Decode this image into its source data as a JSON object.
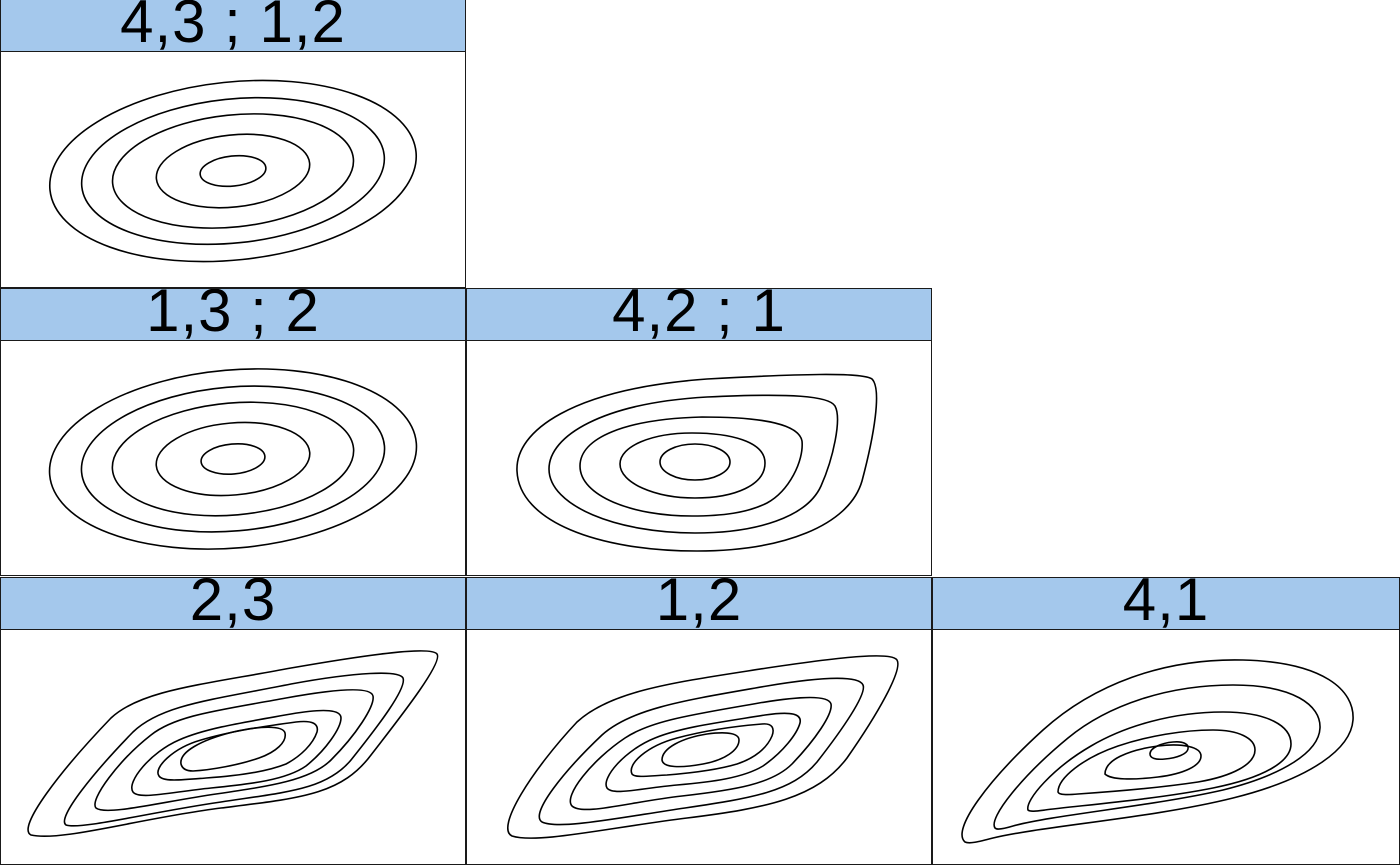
{
  "panels": [
    {
      "title": "4,3 ; 1,2",
      "shape": "ellipse"
    },
    {
      "title": "1,3 ; 2",
      "shape": "ellipse"
    },
    {
      "title": "4,2 ; 1",
      "shape": "skew-right"
    },
    {
      "title": "2,3",
      "shape": "rhombus"
    },
    {
      "title": "1,2",
      "shape": "rhombus"
    },
    {
      "title": "4,1",
      "shape": "teardrop"
    }
  ],
  "colors": {
    "header": "#a4c8ec",
    "line": "#000000",
    "border": "#1a1a1a"
  }
}
